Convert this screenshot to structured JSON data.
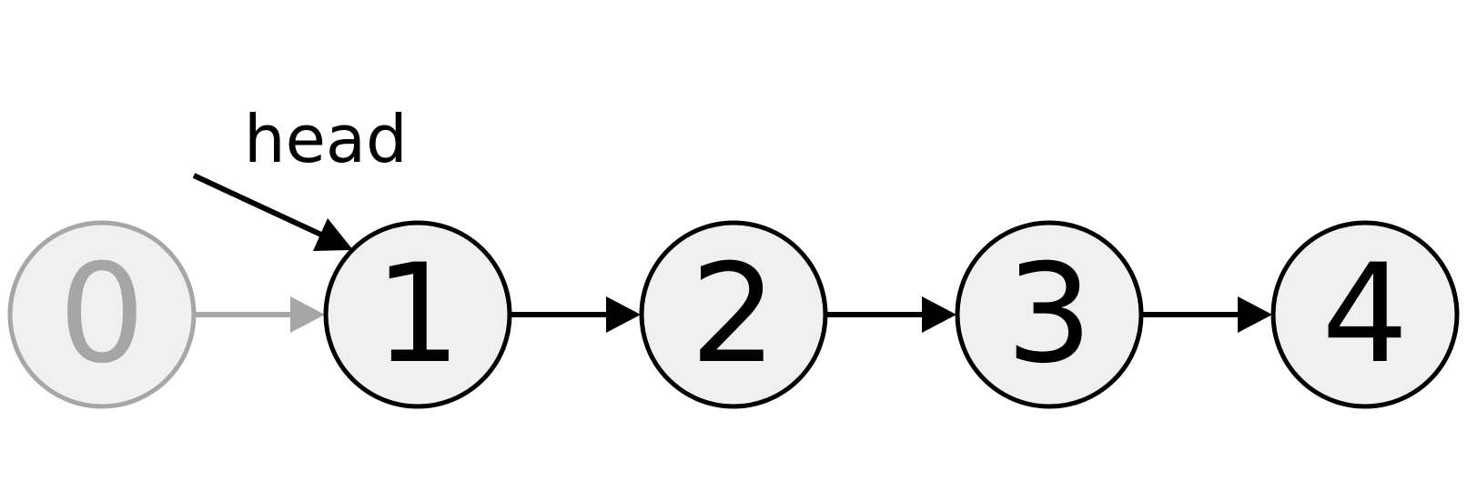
{
  "diagram": {
    "head_label": "head",
    "nodes": [
      {
        "label": "0",
        "state": "removed"
      },
      {
        "label": "1",
        "state": "active"
      },
      {
        "label": "2",
        "state": "active"
      },
      {
        "label": "3",
        "state": "active"
      },
      {
        "label": "4",
        "state": "active"
      }
    ],
    "edges": [
      {
        "from": "0",
        "to": "1",
        "state": "removed"
      },
      {
        "from": "1",
        "to": "2",
        "state": "active"
      },
      {
        "from": "2",
        "to": "3",
        "state": "active"
      },
      {
        "from": "3",
        "to": "4",
        "state": "active"
      }
    ],
    "colors": {
      "active_stroke": "#000000",
      "removed_stroke": "#a6a6a6",
      "node_fill": "#f0f0f0",
      "active_text": "#000000",
      "removed_text": "#a6a6a6"
    }
  }
}
